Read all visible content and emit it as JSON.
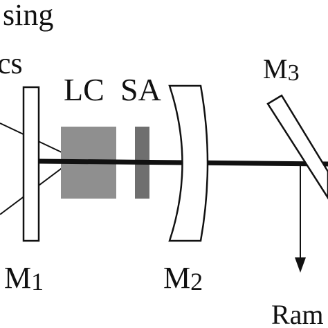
{
  "diagram": {
    "top_text": "sing",
    "cut_text": "cs",
    "labels": {
      "lc": "LC",
      "sa": "SA",
      "m3": "M",
      "m3_sub": "3",
      "m1": "M",
      "m1_sub": "1",
      "m2": "M",
      "m2_sub": "2",
      "output": "Ram"
    }
  },
  "colors": {
    "ink": "#111111",
    "lc_crystal": "#8f8f8f",
    "sa_absorber": "#6f6f6f",
    "background": "#ffffff"
  }
}
